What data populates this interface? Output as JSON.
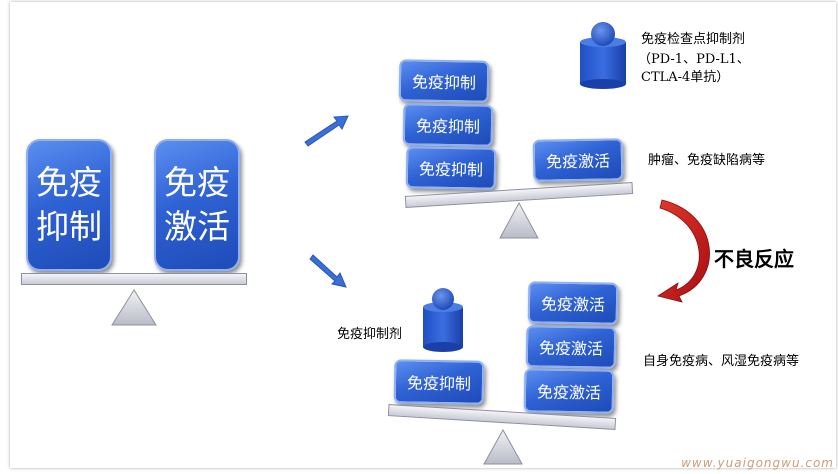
{
  "left_scale": {
    "block_suppress": "免疫\n抑制",
    "block_activate": "免疫\n激活"
  },
  "upper_scale": {
    "blocks_suppress": [
      "免疫抑制",
      "免疫抑制",
      "免疫抑制"
    ],
    "block_activate": "免疫激活",
    "cylinder_label_line1": "免疫检查点抑制剂",
    "cylinder_label_line2": "（PD-1、PD-L1、",
    "cylinder_label_line3": "CTLA-4单抗）",
    "outcome": "肿瘤、免疫缺陷病等"
  },
  "lower_scale": {
    "block_suppress": "免疫抑制",
    "blocks_activate": [
      "免疫激活",
      "免疫激活",
      "免疫激活"
    ],
    "cylinder_label": "免疫抑制剂",
    "outcome": "自身免疫病、风湿免疫病等"
  },
  "adverse_reaction": "不良反应",
  "watermark": "www.yuaigongwu.com",
  "colors": {
    "block_blue": "#2f62d4",
    "arrow_blue": "#3a6fd8",
    "curved_arrow_red": "#c8141a"
  }
}
